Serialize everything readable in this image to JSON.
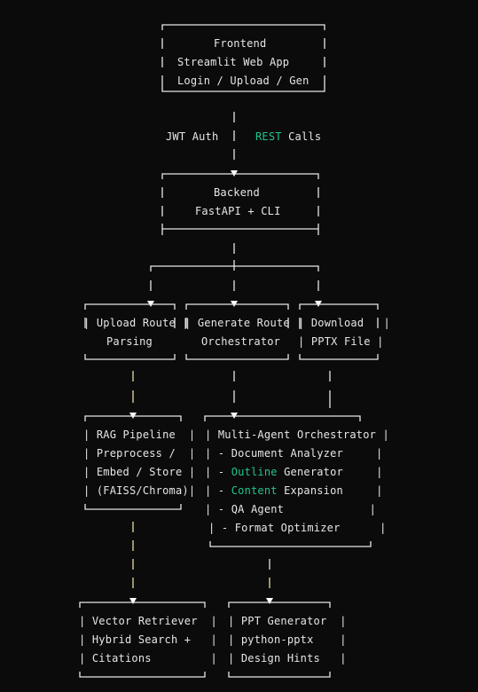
{
  "frontend": {
    "title": "Frontend",
    "line1": "Streamlit Web App",
    "line2": "Login / Upload / Gen"
  },
  "connection": {
    "jwt": "JWT Auth",
    "rest_highlight": "REST",
    "rest_rest": " Calls"
  },
  "backend": {
    "title": "Backend",
    "line1": "FastAPI + CLI"
  },
  "upload_route": {
    "line1": "Upload Route",
    "line2": "Parsing"
  },
  "generate_route": {
    "line1": "Generate Route",
    "line2": "Orchestrator"
  },
  "download": {
    "line1": "Download",
    "line2": "PPTX File"
  },
  "rag": {
    "line1": "RAG Pipeline",
    "line2": "Preprocess /",
    "line3": "Embed / Store",
    "line4": "(FAISS/Chroma)"
  },
  "multi_agent": {
    "title": "Multi-Agent Orchestrator",
    "item1": "- Document Analyzer",
    "item2_prefix": "- ",
    "item2_highlight": "Outline",
    "item2_rest": " Generator",
    "item3_prefix": "- ",
    "item3_highlight": "Content",
    "item3_rest": " Expansion",
    "item4": "- QA Agent",
    "item5": "- Format Optimizer"
  },
  "vector": {
    "line1": "Vector Retriever",
    "line2": "Hybrid Search +",
    "line3": "Citations"
  },
  "ppt": {
    "line1": "PPT Generator",
    "line2": "python-pptx",
    "line3": "Design Hints"
  },
  "colors": {
    "text": "#e6e6e6",
    "highlight": "#21c48c",
    "connector": "#e8dca6",
    "background": "#0b0b0b"
  }
}
